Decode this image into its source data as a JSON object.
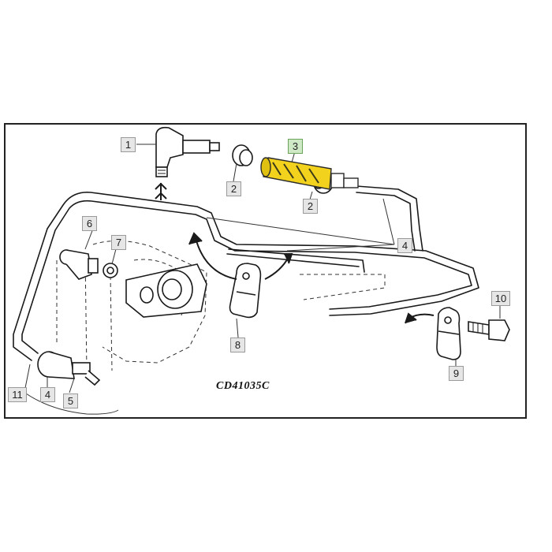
{
  "diagram": {
    "drawing_code": "CD41035C",
    "callouts": {
      "c1": "1",
      "c2a": "2",
      "c2b": "2",
      "c3": "3",
      "c4a": "4",
      "c4b": "4",
      "c5": "5",
      "c6": "6",
      "c7": "7",
      "c8": "8",
      "c9": "9",
      "c10": "10",
      "c11": "11"
    },
    "highlight_color": "#f2d21c"
  }
}
